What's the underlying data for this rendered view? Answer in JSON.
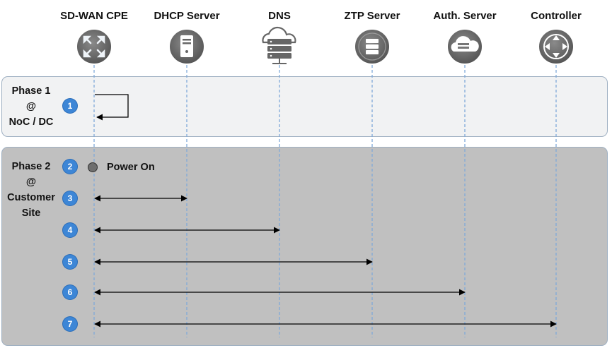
{
  "actors": [
    {
      "id": "cpe",
      "label": "SD-WAN CPE",
      "icon": "router-arrows-icon"
    },
    {
      "id": "dhcp",
      "label": "DHCP Server",
      "icon": "server-tower-icon"
    },
    {
      "id": "dns",
      "label": "DNS",
      "icon": "cloud-server-icon"
    },
    {
      "id": "ztp",
      "label": "ZTP Server",
      "icon": "server-stack-icon"
    },
    {
      "id": "auth",
      "label": "Auth. Server",
      "icon": "cloud-storage-icon"
    },
    {
      "id": "controller",
      "label": "Controller",
      "icon": "controller-arrows-icon"
    }
  ],
  "phases": [
    {
      "lines": [
        "Phase 1",
        "@",
        "NoC / DC"
      ]
    },
    {
      "lines": [
        "Phase 2",
        "@",
        "Customer",
        "Site"
      ]
    }
  ],
  "steps": [
    {
      "number": "1",
      "type": "self-loop",
      "from": "cpe"
    },
    {
      "number": "2",
      "type": "event",
      "from": "cpe",
      "label": "Power On"
    },
    {
      "number": "3",
      "type": "bidirectional",
      "from": "cpe",
      "to": "dhcp"
    },
    {
      "number": "4",
      "type": "bidirectional",
      "from": "cpe",
      "to": "dns"
    },
    {
      "number": "5",
      "type": "bidirectional",
      "from": "cpe",
      "to": "ztp"
    },
    {
      "number": "6",
      "type": "bidirectional",
      "from": "cpe",
      "to": "auth"
    },
    {
      "number": "7",
      "type": "bidirectional",
      "from": "cpe",
      "to": "controller"
    }
  ],
  "colors": {
    "step_badge": "#3d86d6",
    "lifeline": "#7fa9d9",
    "icon_gray": "#707070",
    "phase1_bg": "#f1f2f3",
    "phase2_bg": "#c0c0c0"
  }
}
